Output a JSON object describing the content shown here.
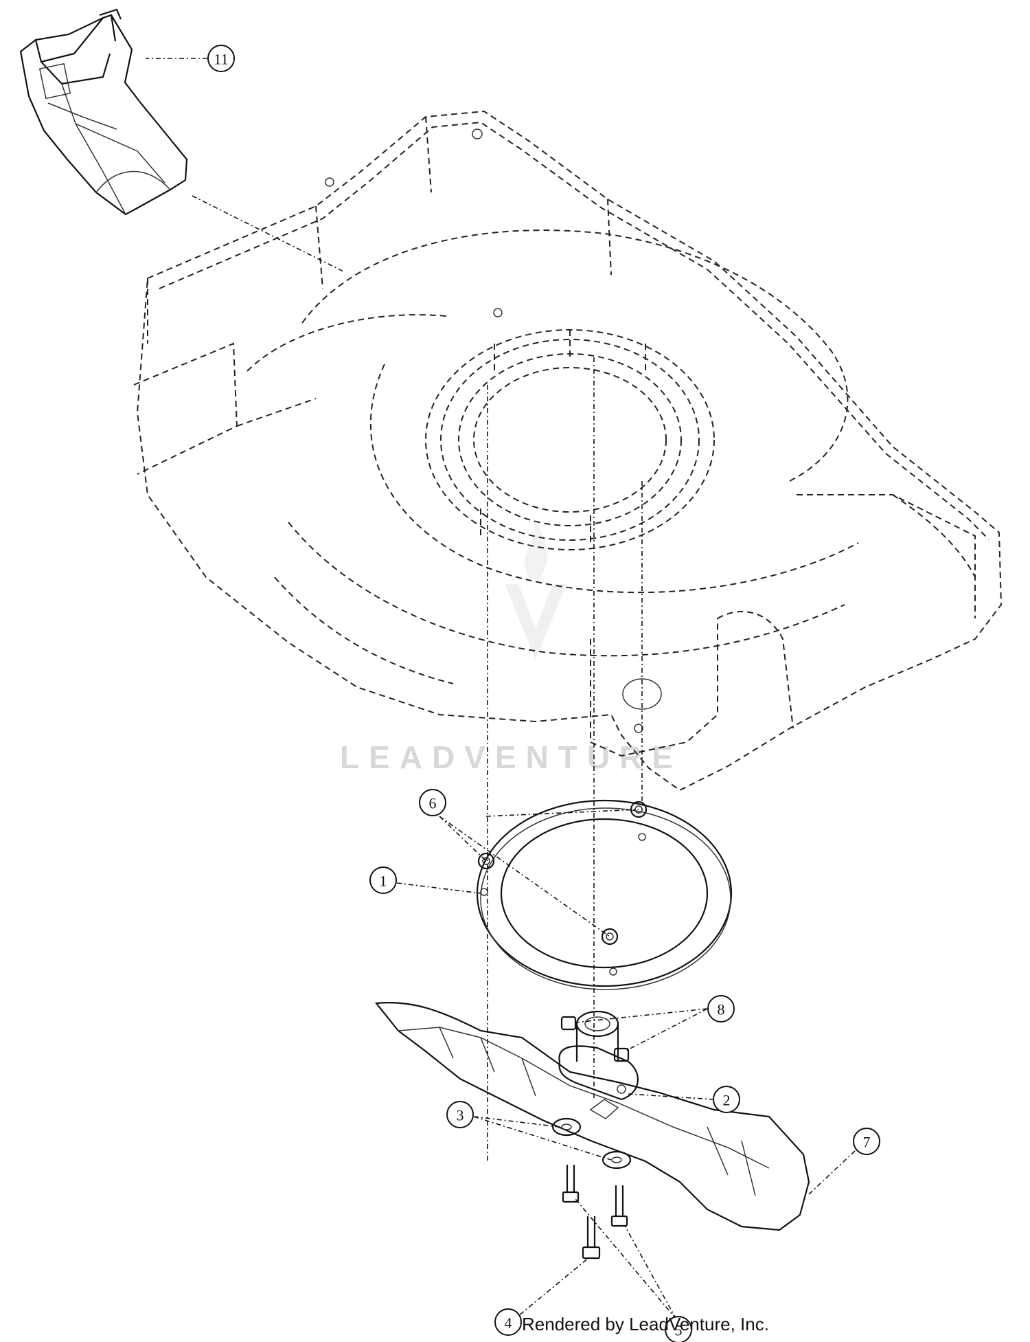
{
  "watermark": {
    "text": "LEADVENTURE"
  },
  "credit": "Rendered by LeadVenture, Inc.",
  "callouts": [
    {
      "id": "11",
      "label": "11",
      "part": "chute"
    },
    {
      "id": "6",
      "label": "6",
      "part": "nut"
    },
    {
      "id": "1",
      "label": "1",
      "part": "baffle-ring"
    },
    {
      "id": "8",
      "label": "8",
      "part": "adapter-bolt"
    },
    {
      "id": "2",
      "label": "2",
      "part": "blade-adapter"
    },
    {
      "id": "3",
      "label": "3",
      "part": "washer"
    },
    {
      "id": "7",
      "label": "7",
      "part": "blade"
    },
    {
      "id": "4",
      "label": "4",
      "part": "center-bolt"
    },
    {
      "id": "5",
      "label": "5",
      "part": "blade-bolt"
    }
  ]
}
